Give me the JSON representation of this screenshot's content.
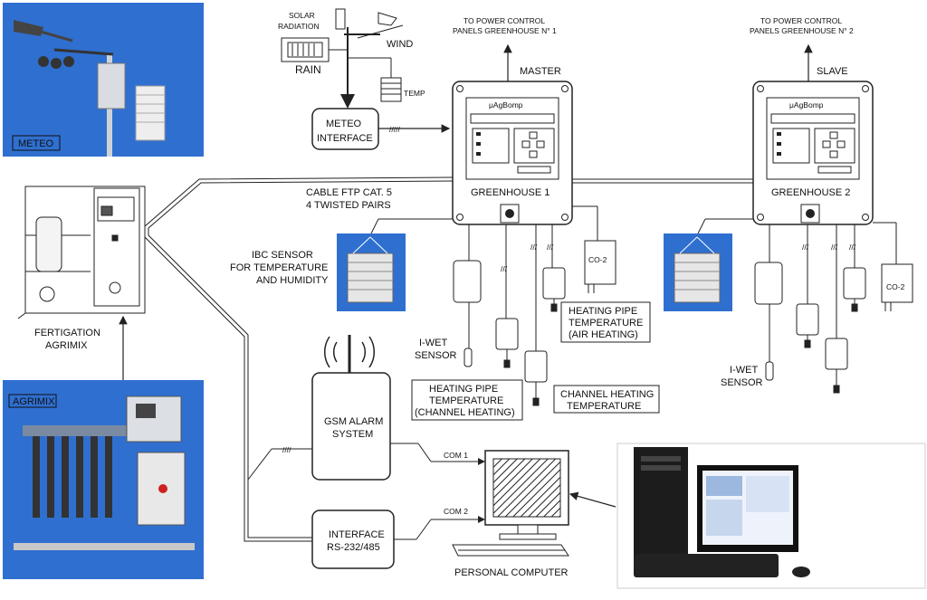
{
  "labels": {
    "solar_radiation_1": "SOLAR",
    "solar_radiation_2": "RADIATION",
    "rain": "RAIN",
    "wind": "WIND",
    "temp": "TEMP",
    "meteo_interface_1": "METEO",
    "meteo_interface_2": "INTERFACE",
    "meteo_photo": "METEO",
    "power1_line1": "TO POWER CONTROL",
    "power1_line2": "PANELS GREENHOUSE N° 1",
    "power2_line1": "TO POWER CONTROL",
    "power2_line2": "PANELS GREENHOUSE N° 2",
    "master": "MASTER",
    "slave": "SLAVE",
    "brand": "μAgBomp",
    "greenhouse1": "GREENHOUSE 1",
    "greenhouse2": "GREENHOUSE 2",
    "cable_1": "CABLE FTP CAT. 5",
    "cable_2": "4 TWISTED PAIRS",
    "ibc_1": "IBC  SENSOR",
    "ibc_2": "FOR TEMPERATURE",
    "ibc_3": "AND HUMIDITY",
    "co2_1": "CO-2",
    "co2_2": "CO-2",
    "heating_air_1": "HEATING PIPE",
    "heating_air_2": "TEMPERATURE",
    "heating_air_3": "(AIR HEATING)",
    "heating_channel_1": "HEATING PIPE",
    "heating_channel_2": "TEMPERATURE",
    "heating_channel_3": "(CHANNEL HEATING)",
    "channel_temp_1": "CHANNEL HEATING",
    "channel_temp_2": "TEMPERATURE",
    "iwet1_1": "I-WET",
    "iwet1_2": "SENSOR",
    "iwet2_1": "I-WET",
    "iwet2_2": "SENSOR",
    "fertigation_1": "FERTIGATION",
    "fertigation_2": "AGRIMIX",
    "agrimix_photo": "AGRIMIX",
    "gsm_1": "GSM ALARM",
    "gsm_2": "SYSTEM",
    "interface_1": "INTERFACE",
    "interface_2": "RS-232/485",
    "com1": "COM 1",
    "com2": "COM 2",
    "pc": "PERSONAL COMPUTER"
  },
  "colors": {
    "photo_bg": "#2f6fd0",
    "line": "#222222",
    "panel_fill": "#ffffff"
  }
}
